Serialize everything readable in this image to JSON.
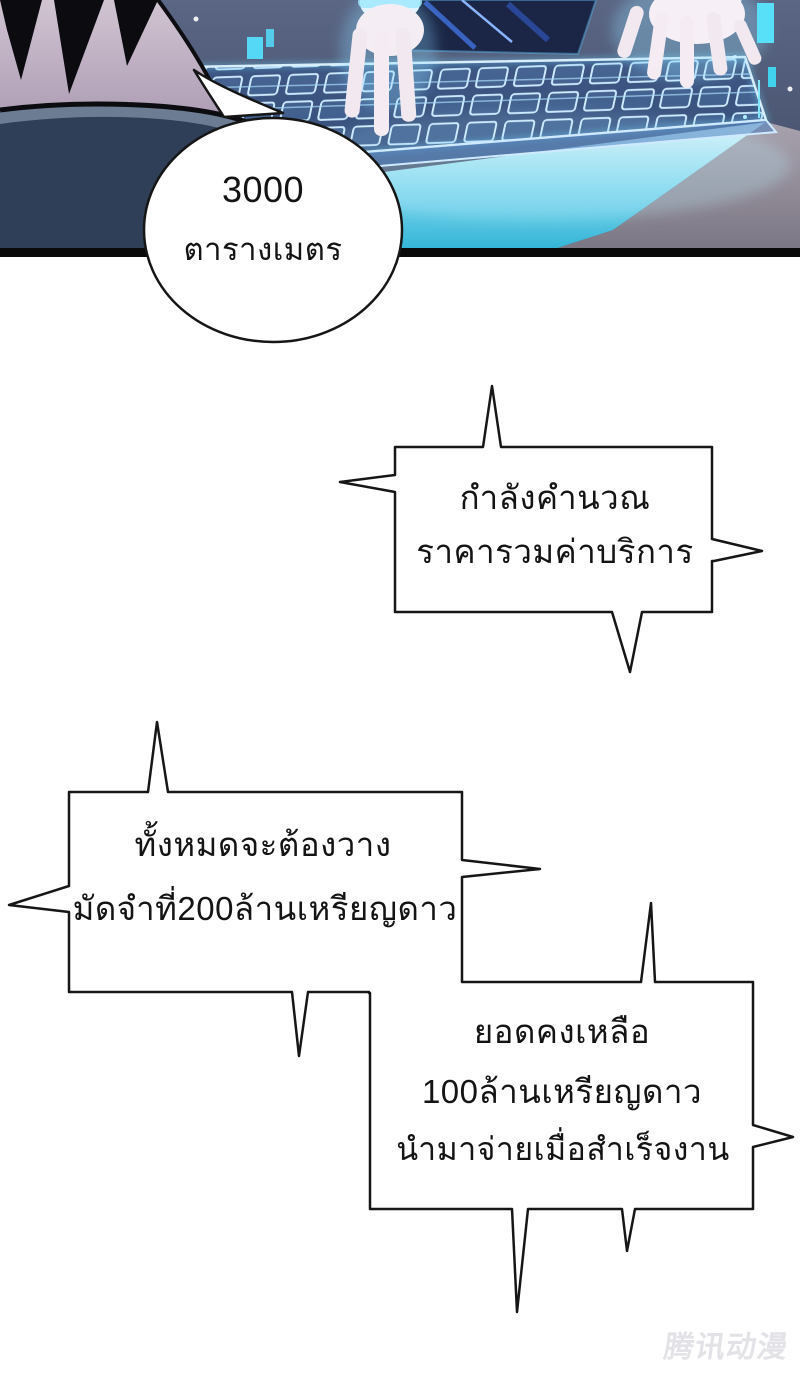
{
  "balloon": {
    "line1": "3000",
    "line2": "ตารางเมตร"
  },
  "bubbles": {
    "calc": {
      "line1": "กำลังคำนวณ",
      "line2": "ราคารวมค่าบริการ"
    },
    "deposit": {
      "line1": "ทั้งหมดจะต้องวาง",
      "line2": "มัดจำที่200ล้านเหรียญดาว"
    },
    "balance": {
      "line1": "ยอดคงเหลือ",
      "line2": "100ล้านเหรียญดาว",
      "line3": "นำมาจ่ายเมื่อสำเร็จงาน"
    }
  },
  "watermark": {
    "text": "腾讯动漫"
  },
  "colors": {
    "accent_cyan": "#54d8f5",
    "glow_cyan": "#9feeff",
    "scene_background": "#47536d",
    "desk_gray": "#8e8894",
    "skin_mauve": "#c6b6c6",
    "clothing_navy": "#2e3f57",
    "outline_black": "#141414",
    "bubble_fill": "#ffffff"
  }
}
